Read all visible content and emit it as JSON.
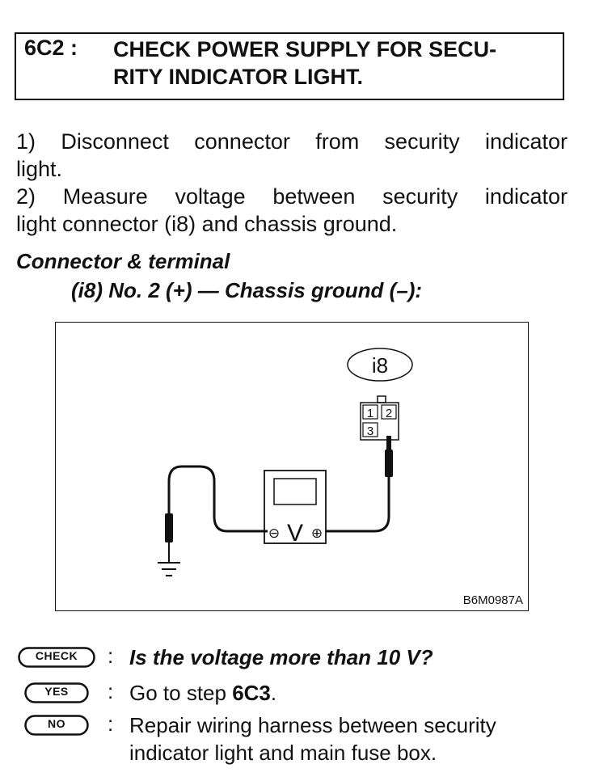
{
  "step": {
    "id": "6C2 :",
    "title_line1": "CHECK POWER SUPPLY FOR SECU-",
    "title_line2": "RITY INDICATOR LIGHT."
  },
  "instructions": {
    "item1_line1": "1) Disconnect connector from security indicator",
    "item1_line2": "light.",
    "item2_line1": "2) Measure voltage between security indicator",
    "item2_line2": "light connector (i8) and chassis ground."
  },
  "connector": {
    "heading": "Connector & terminal",
    "spec": "(i8) No. 2 (+) — Chassis ground (–):"
  },
  "figure": {
    "connector_label": "i8",
    "pin1": "1",
    "pin2": "2",
    "pin3": "3",
    "meter_symbol": "V",
    "minus_symbol": "⊖",
    "plus_symbol": "⊕",
    "code": "B6M0987A"
  },
  "answers": {
    "check_badge": "CHECK",
    "check_colon": ":",
    "check_text": "Is the voltage more than 10 V?",
    "yes_badge": "YES",
    "yes_colon": ":",
    "yes_text": "Go to step ",
    "yes_step": "6C3",
    "yes_period": ".",
    "no_badge": "NO",
    "no_colon": ":",
    "no_line1": "Repair wiring harness between security",
    "no_line2": "indicator light and main fuse box."
  }
}
